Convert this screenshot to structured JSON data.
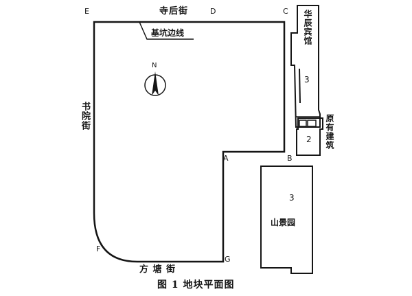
{
  "diagram": {
    "points": {
      "e": "E",
      "d": "D",
      "c": "C",
      "a": "A",
      "b": "B",
      "f": "F",
      "g": "G"
    },
    "streets": {
      "north": "寺后街",
      "west": "书院街",
      "south": "方 塘 街"
    },
    "pit_edge_label": "基坑边线",
    "compass": "N",
    "buildings": {
      "huachen_hotel": "华辰宾馆",
      "huachen_number": "3",
      "existing_building": "原有建筑",
      "existing_number": "2",
      "shanjingyuan": "山景园",
      "shanjingyuan_number": "3"
    },
    "caption": "图 1  地块平面图"
  },
  "colors": {
    "line": "#151515"
  }
}
